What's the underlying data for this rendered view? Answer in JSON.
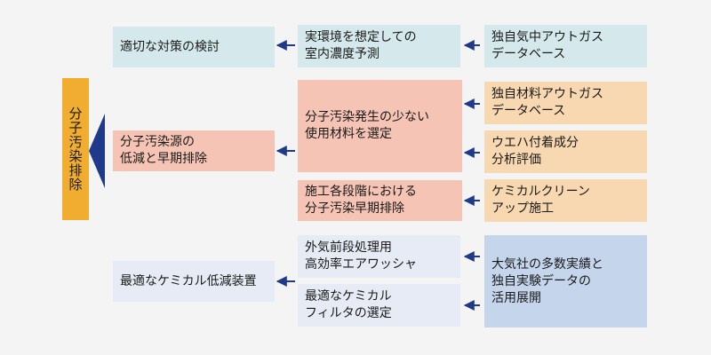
{
  "main_label": "分子汚染排除",
  "rows": {
    "teal": {
      "result": "適切な対策の検討",
      "middle": "実環境を想定しての\n室内濃度予測",
      "source": "独自気中アウトガス\nデータベース"
    },
    "pink": {
      "result": "分子汚染源の\n低減と早期排除",
      "middle_top": "分子汚染発生の少ない\n使用材料を選定",
      "middle_bottom": "施工各段階における\n分子汚染早期排除",
      "source_1": "独自材料アウトガス\nデータベース",
      "source_2": "ウエハ付着成分\n分析評価",
      "source_3": "ケミカルクリーン\nアップ施工"
    },
    "blue": {
      "result": "最適なケミカル低減装置",
      "middle_top": "外気前段処理用\n高効率エアワッシャ",
      "middle_bottom": "最適なケミカル\nフィルタの選定",
      "source": "大気社の多数実績と\n独自実験データの\n活用展開"
    }
  },
  "colors": {
    "teal": "#d5e9ec",
    "pink": "#f5c4b5",
    "peach": "#f8d8b0",
    "lavender": "#e6ebf6",
    "blue": "#c5d5ec",
    "gold": "#f0ad30",
    "arrow": "#1f3a8a"
  }
}
